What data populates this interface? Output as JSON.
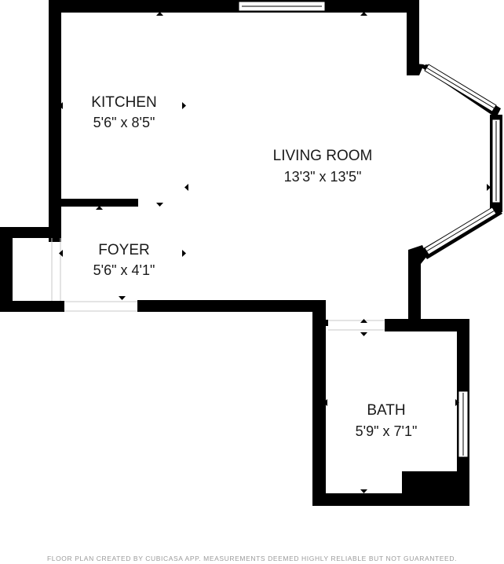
{
  "rooms": {
    "kitchen": {
      "name": "KITCHEN",
      "dims": "5'6\" x 8'5\""
    },
    "living_room": {
      "name": "LIVING ROOM",
      "dims": "13'3\" x 13'5\""
    },
    "foyer": {
      "name": "FOYER",
      "dims": "5'6\" x 4'1\""
    },
    "bath": {
      "name": "BATH",
      "dims": "5'9\" x 7'1\""
    }
  },
  "footer": "FLOOR PLAN CREATED BY CUBICASA APP. MEASUREMENTS DEEMED HIGHLY RELIABLE BUT NOT GUARANTEED.",
  "colors": {
    "wall": "#000000",
    "window": "#ffffff",
    "background": "#ffffff",
    "text": "#1a1a1a",
    "footer": "#9a9a9a"
  }
}
